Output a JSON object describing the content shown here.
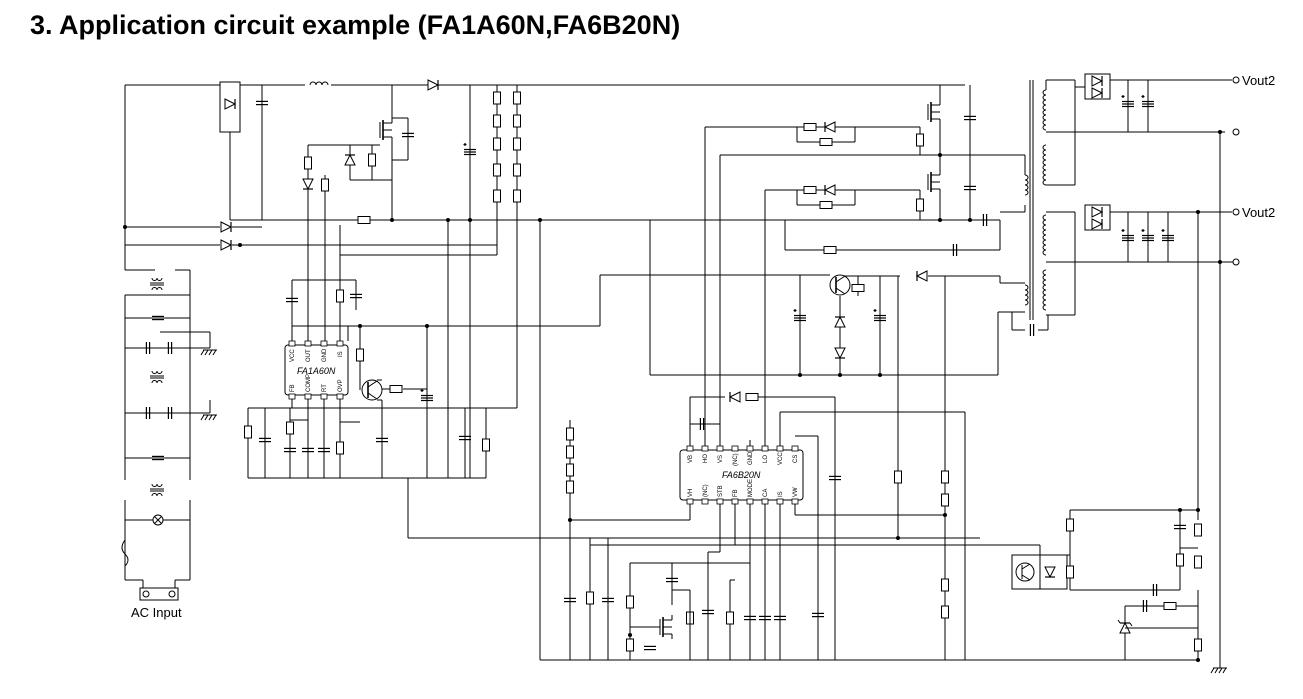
{
  "heading": "3. Application circuit example (FA1A60N,FA6B20N)",
  "ic1": {
    "name": "FA1A60N",
    "top_pins": [
      "VCC",
      "OUT",
      "GND",
      "IS"
    ],
    "bottom_pins": [
      "FB",
      "COMP",
      "RT",
      "OVP"
    ]
  },
  "ic2": {
    "name": "FA6B20N",
    "top_pins": [
      "VB",
      "HO",
      "VS",
      "(NC)",
      "GND",
      "LO",
      "VCC",
      "CS"
    ],
    "bottom_pins": [
      "VH",
      "(NC)",
      "STB",
      "FB",
      "MODE",
      "CA",
      "IS",
      "VW"
    ]
  },
  "outputs": {
    "out1": "Vout2",
    "out2": "Vout2"
  },
  "ac_input": "AC Input",
  "colors": {
    "ink": "#000000",
    "background": "#ffffff"
  }
}
